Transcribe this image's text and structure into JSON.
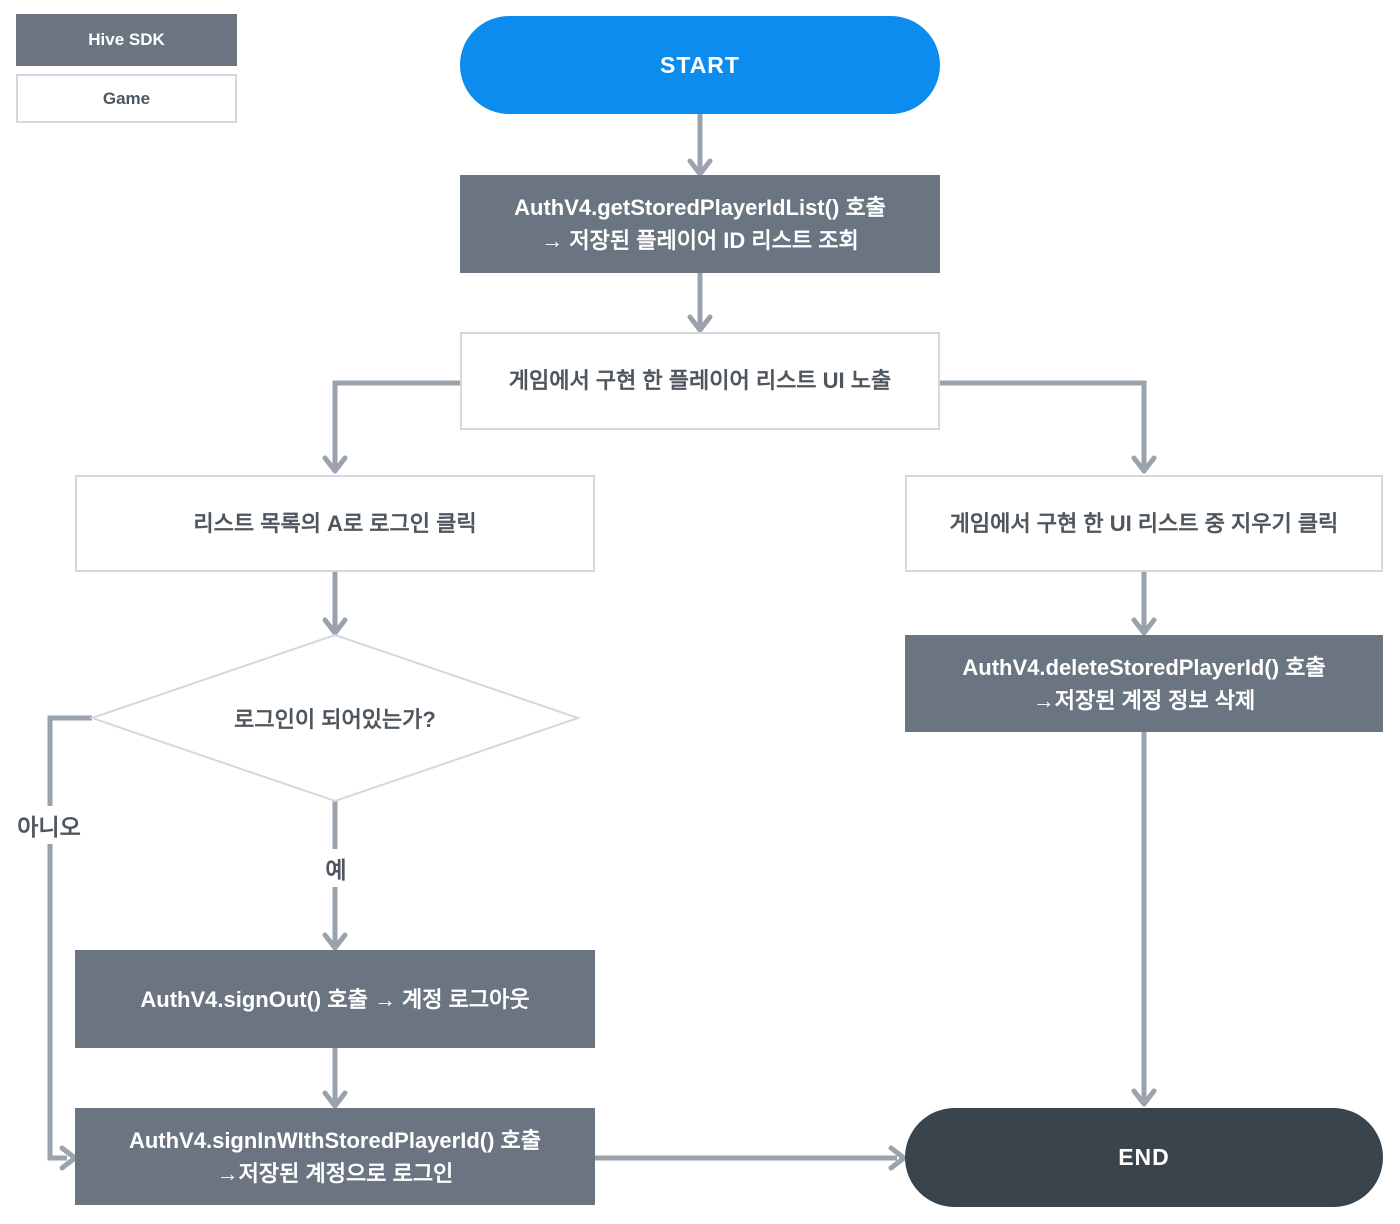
{
  "colors": {
    "start-bg": "#0b8cee",
    "end-bg": "#3a444c",
    "process-bg": "#6b7581",
    "line": "#9aa3ad",
    "border": "#d6d8db",
    "text-dark": "#4e565e",
    "text-light": "#ffffff"
  },
  "legend": {
    "sdk": "Hive SDK",
    "game": "Game"
  },
  "nodes": {
    "start": {
      "label": "START"
    },
    "get_stored_list": {
      "line1": "AuthV4.getStoredPlayerIdList() 호출",
      "line2": "→ 저장된 플레이어 ID 리스트 조회"
    },
    "player_list_ui": {
      "label": "게임에서 구현 한 플레이어 리스트 UI 노출"
    },
    "login_click": {
      "label": "리스트 목록의 A로 로그인 클릭"
    },
    "delete_click": {
      "label": "게임에서 구현 한 UI 리스트 중 지우기 클릭"
    },
    "login_check": {
      "label": "로그인이 되어있는가?"
    },
    "delete_stored": {
      "line1": "AuthV4.deleteStoredPlayerId() 호출",
      "line2": "→저장된 계정 정보 삭제"
    },
    "sign_out": {
      "label": "AuthV4.signOut() 호출 → 계정 로그아웃"
    },
    "sign_in_stored": {
      "line1": "AuthV4.signInWIthStoredPlayerId() 호출",
      "line2": "→저장된 계정으로 로그인"
    },
    "end": {
      "label": "END"
    }
  },
  "edge_labels": {
    "yes": "예",
    "no": "아니오"
  }
}
